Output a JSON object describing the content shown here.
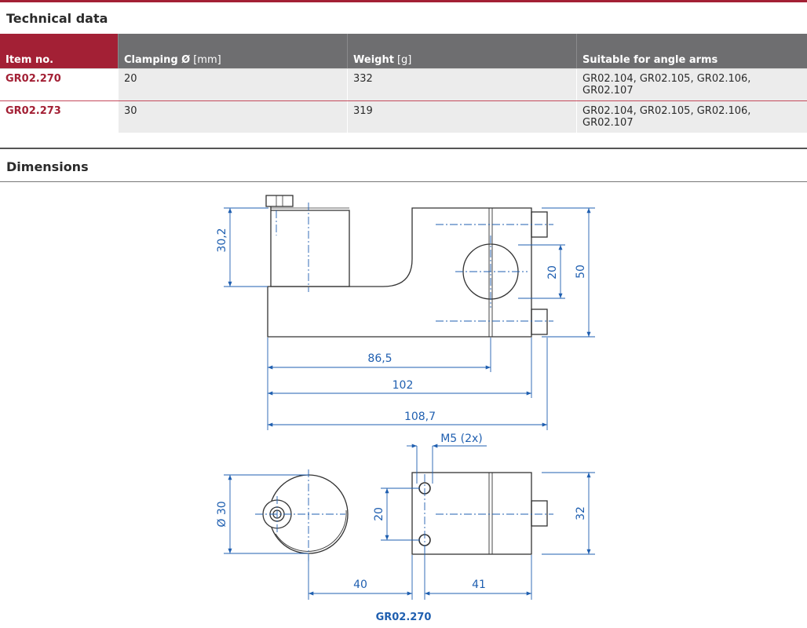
{
  "technical_data": {
    "title": "Technical data",
    "headers": {
      "item_no": "Item no.",
      "clamping": "Clamping Ø",
      "clamping_unit": "[mm]",
      "weight": "Weight",
      "weight_unit": "[g]",
      "suitable": "Suitable for angle arms"
    },
    "rows": [
      {
        "item_no": "GR02.270",
        "clamping": "20",
        "weight": "332",
        "suitable": "GR02.104, GR02.105, GR02.106, GR02.107"
      },
      {
        "item_no": "GR02.273",
        "clamping": "30",
        "weight": "319",
        "suitable": "GR02.104, GR02.105, GR02.106, GR02.107"
      }
    ]
  },
  "dimensions": {
    "title": "Dimensions",
    "side_view": {
      "height_left": "30,2",
      "bore_spacing": "20",
      "total_height": "50",
      "length_to_bore": "86,5",
      "length_body": "102",
      "length_total": "108,7"
    },
    "top_view": {
      "thread_note": "M5 (2x)",
      "diameter": "Ø 30",
      "hole_spacing": "20",
      "width": "32",
      "dist_left": "40",
      "dist_right": "41"
    },
    "caption": "GR02.270",
    "colors": {
      "dimension": "#1f5fb0",
      "accent": "#a32035",
      "outline": "#333333"
    }
  }
}
